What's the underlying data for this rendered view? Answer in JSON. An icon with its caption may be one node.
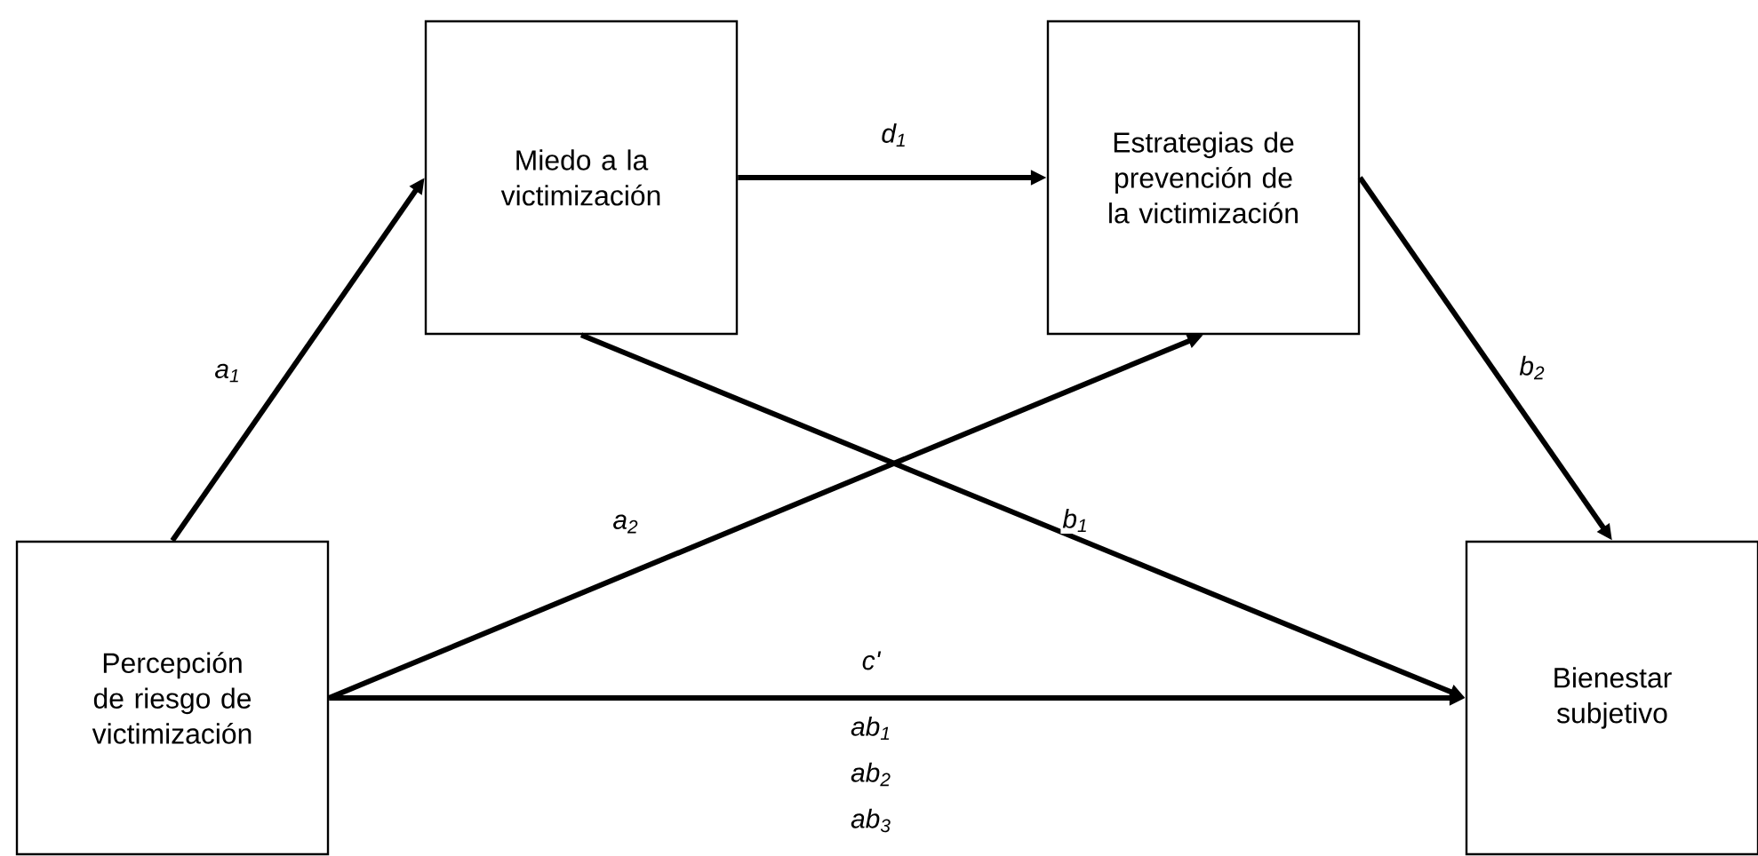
{
  "diagram": {
    "nodes": [
      {
        "text": [
          "Percepción de riesgo de victimización"
        ]
      },
      {
        "text": [
          "Miedo a la victimización"
        ]
      },
      {
        "text": [
          "Estrategias de prevención de la victimización"
        ]
      },
      {
        "text": [
          "Bienestar subjetivo"
        ]
      }
    ],
    "edges": [
      {
        "from": 0,
        "to": 1,
        "arrow": "to",
        "label": "a$_{1}$"
      },
      {
        "from": 1,
        "to": 2,
        "arrow": "to",
        "label": "d$_{1}$"
      },
      {
        "from": 0,
        "to": 2,
        "arrow": "to",
        "label": "a$_{2}$"
      },
      {
        "from": 1,
        "to": 3,
        "arrow": "to",
        "label": "b$_{1}$"
      },
      {
        "from": 2,
        "to": 3,
        "arrow": "to",
        "label": "b$_{2}$"
      },
      {
        "from": 0,
        "to": 3,
        "arrow": "to",
        "label": "c'"
      }
    ],
    "labels": [
      "ab$_{1}$",
      "ab$_{2}$",
      "ab$_{3}$"
    ]
  }
}
